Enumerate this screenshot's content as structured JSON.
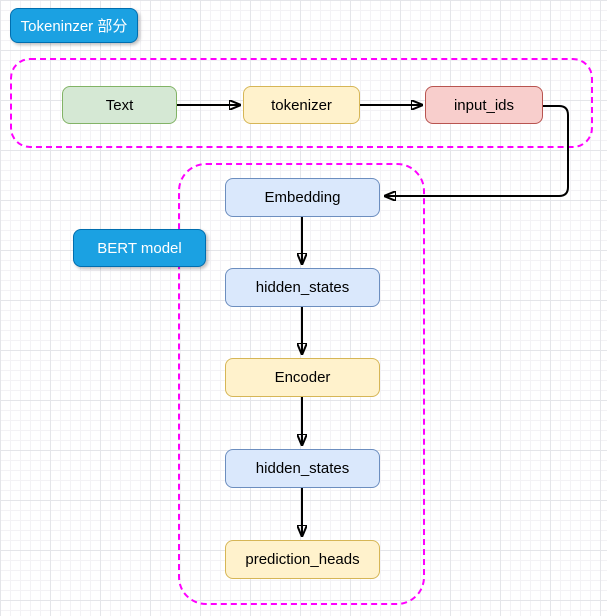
{
  "labels": {
    "tokenizer_section": "Tokeninzer 部分",
    "bert_model": "BERT model"
  },
  "nodes": {
    "text": "Text",
    "tokenizer": "tokenizer",
    "input_ids": "input_ids",
    "embedding": "Embedding",
    "hidden_states_1": "hidden_states",
    "encoder": "Encoder",
    "hidden_states_2": "hidden_states",
    "prediction_heads": "prediction_heads"
  },
  "colors": {
    "label_fill": "#1BA1E2",
    "label_border": "#006EAF",
    "label_text": "#FFFFFF",
    "node_green_fill": "#D5E8D4",
    "node_green_border": "#82B366",
    "node_yellow_fill": "#FFF2CC",
    "node_yellow_border": "#D6B656",
    "node_red_fill": "#F8CECC",
    "node_red_border": "#B85450",
    "node_blue_fill": "#DAE8FC",
    "node_blue_border": "#6C8EBF",
    "container_dash": "#FF00FF",
    "arrow": "#000000"
  }
}
